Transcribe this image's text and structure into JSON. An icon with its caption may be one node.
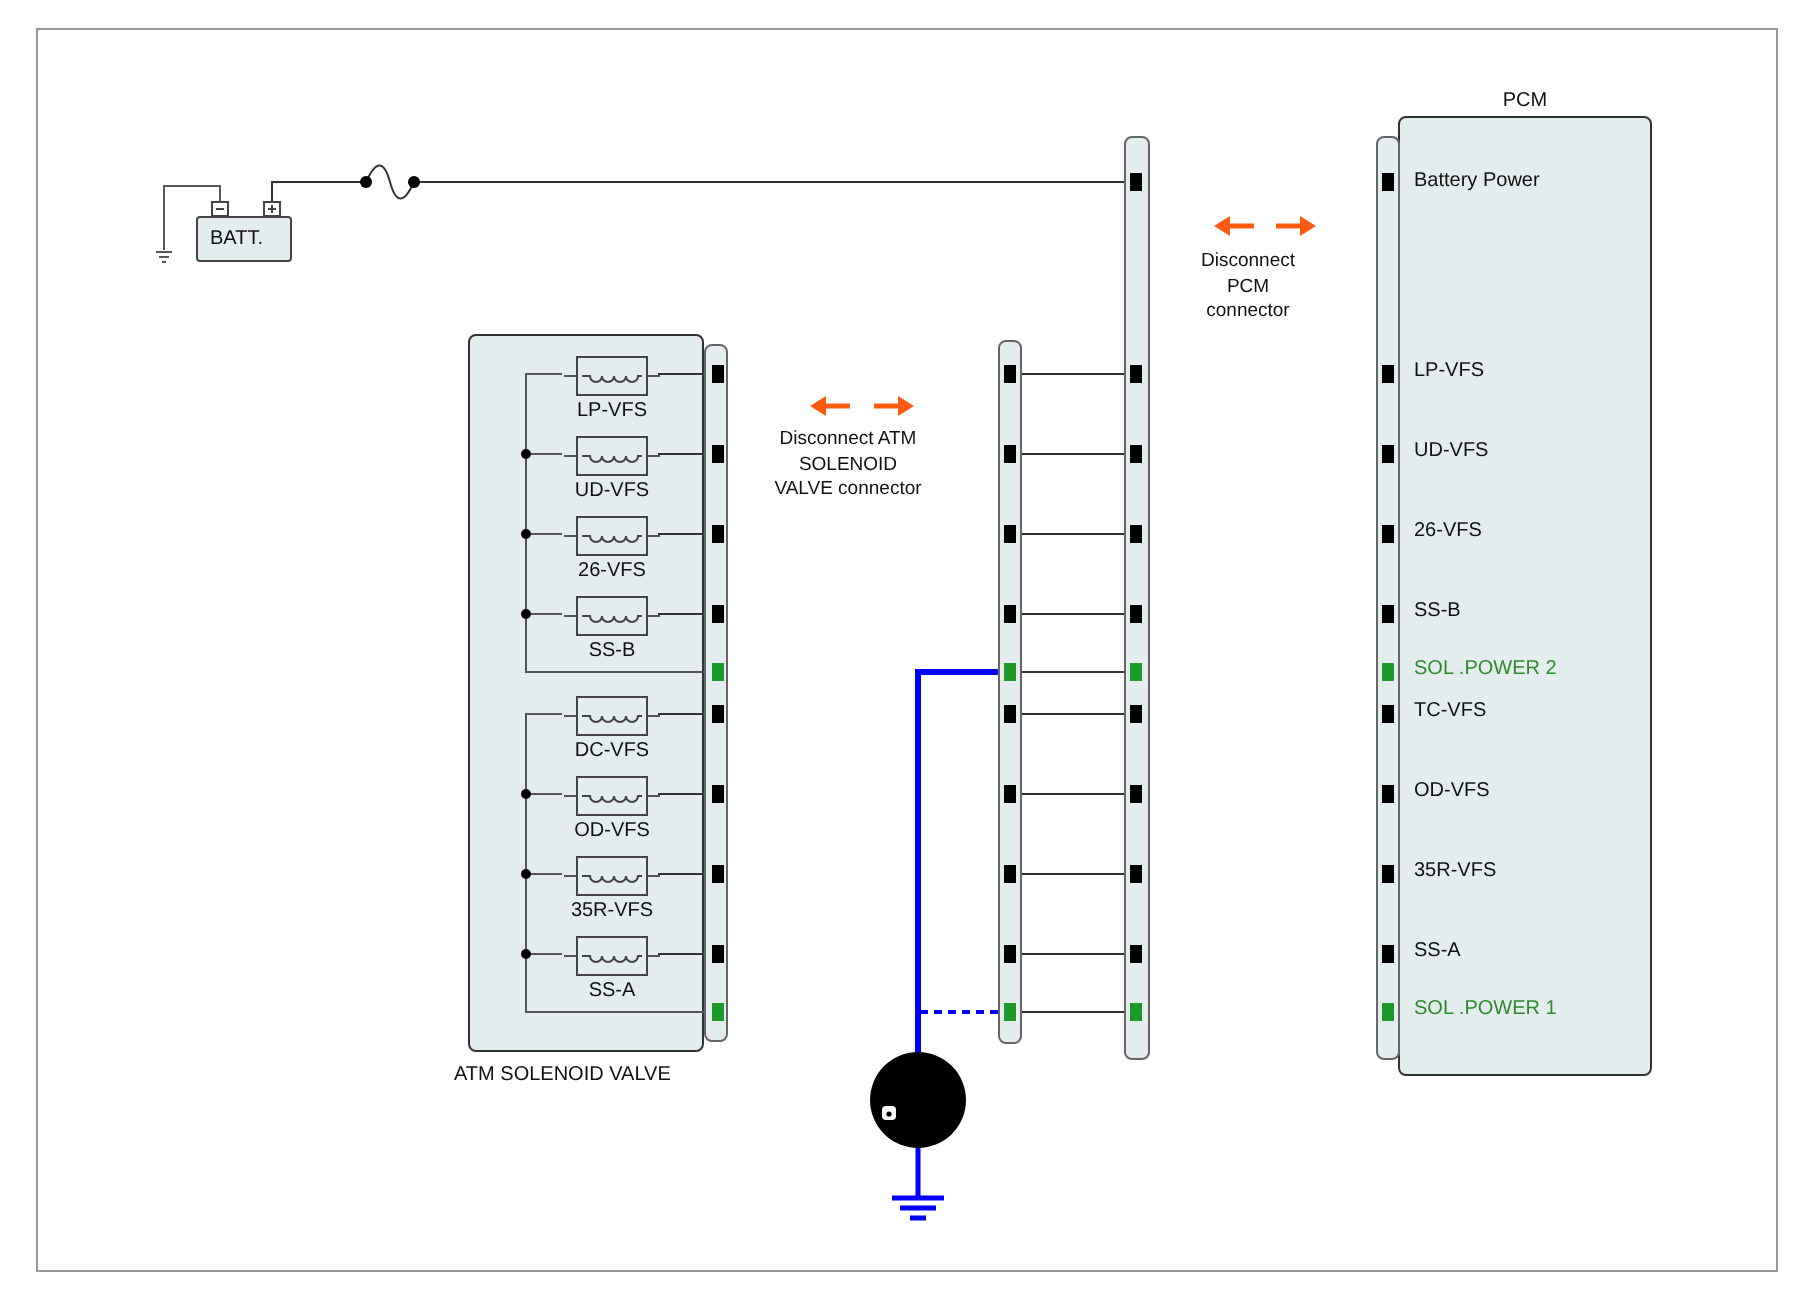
{
  "diagram": {
    "nodes": [
      {
        "text": [
          "ATM SOLENOID VALVE"
        ]
      },
      {
        "text": [
          "LP-VFS"
        ],
        "in": 0
      },
      {
        "text": [
          "UD-VFS"
        ],
        "in": 0
      },
      {
        "text": [
          "26-VFS"
        ],
        "in": 0
      },
      {
        "text": [
          "SS-B"
        ],
        "in": 0
      },
      {
        "text": [
          "DC-VFS"
        ],
        "in": 0
      },
      {
        "text": [
          "OD-VFS"
        ],
        "in": 0
      },
      {
        "text": [
          "35R-VFS"
        ],
        "in": 0
      },
      {
        "text": [
          "SS-A"
        ],
        "in": 0
      },
      {
        "text": [
          "BATT."
        ]
      },
      {
        "text": [
          "PCM",
          "Battery Power",
          "LP-VFS",
          "UD-VFS",
          "26-VFS",
          "SS-B",
          "SOL .POWER 2",
          "TC-VFS",
          "OD-VFS",
          "35R-VFS",
          "SS-A",
          "SOL .POWER 1"
        ]
      },
      {
        "text": [],
        "shape": "bar"
      },
      {
        "text": [],
        "shape": "bar"
      },
      {
        "text": [],
        "shape": "bar"
      },
      {
        "text": [],
        "shape": "bar"
      },
      {
        "text": [],
        "shape": "circle"
      }
    ],
    "edges": [
      {
        "from": 9,
        "to": 13,
        "arrow": "none"
      },
      {
        "from": 1,
        "to": 11,
        "arrow": "none"
      },
      {
        "from": 2,
        "to": 11,
        "arrow": "none"
      },
      {
        "from": 3,
        "to": 11,
        "arrow": "none"
      },
      {
        "from": 4,
        "to": 11,
        "arrow": "none"
      },
      {
        "from": 5,
        "to": 11,
        "arrow": "none"
      },
      {
        "from": 6,
        "to": 11,
        "arrow": "none"
      },
      {
        "from": 7,
        "to": 11,
        "arrow": "none"
      },
      {
        "from": 8,
        "to": 11,
        "arrow": "none"
      },
      {
        "from": 12,
        "to": 13,
        "arrow": "none"
      },
      {
        "from": 12,
        "to": 13,
        "arrow": "none"
      },
      {
        "from": 12,
        "to": 13,
        "arrow": "none"
      },
      {
        "from": 12,
        "to": 13,
        "arrow": "none"
      },
      {
        "from": 12,
        "to": 13,
        "arrow": "none"
      },
      {
        "from": 12,
        "to": 13,
        "arrow": "none"
      },
      {
        "from": 12,
        "to": 13,
        "arrow": "none"
      },
      {
        "from": 12,
        "to": 13,
        "arrow": "none"
      },
      {
        "from": 12,
        "to": 13,
        "arrow": "none"
      },
      {
        "from": 12,
        "to": 13,
        "arrow": "none"
      },
      {
        "from": 15,
        "to": 12,
        "arrow": "none",
        "style": "thick",
        "color": "#0000ff"
      },
      {
        "from": 15,
        "to": 12,
        "arrow": "none",
        "style": "dashed",
        "color": "#0000ff"
      }
    ],
    "labels": [
      "Disconnect ATM SOLENOID VALVE connector",
      "Disconnect PCM connector"
    ]
  }
}
